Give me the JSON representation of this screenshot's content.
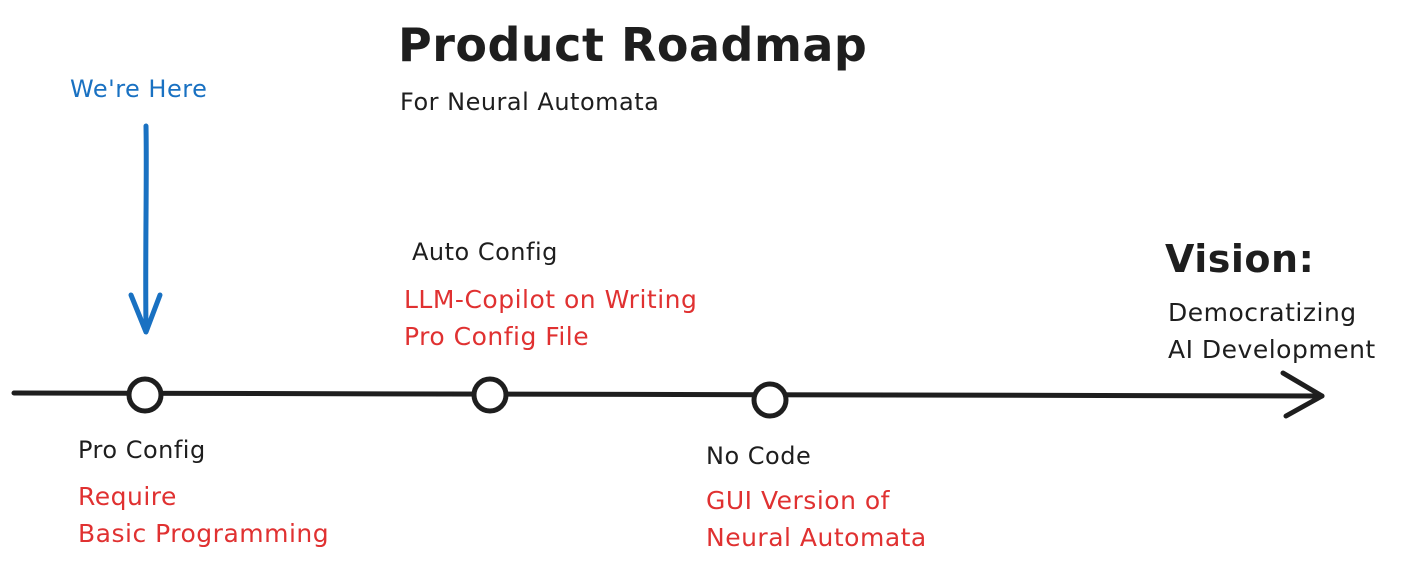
{
  "header": {
    "title": "Product Roadmap",
    "subtitle": "For Neural Automata"
  },
  "marker": {
    "label": "We're Here",
    "color": "#1971c2"
  },
  "milestones": [
    {
      "label": "Pro Config",
      "note": "Require\nBasic Programming"
    },
    {
      "label": "Auto Config",
      "note": "LLM-Copilot on Writing\nPro Config File"
    },
    {
      "label": "No Code",
      "note": "GUI Version of\nNeural Automata"
    }
  ],
  "vision": {
    "title": "Vision:",
    "text": "Democratizing\nAI Development"
  },
  "colors": {
    "ink": "#1e1e1e",
    "note": "#e03131",
    "marker": "#1971c2"
  }
}
